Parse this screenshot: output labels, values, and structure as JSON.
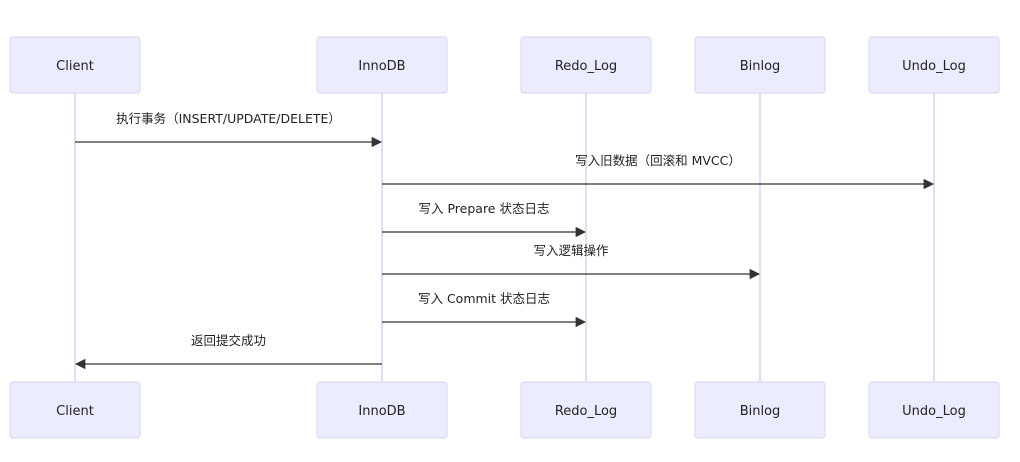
{
  "participants": [
    {
      "id": "client",
      "label": "Client"
    },
    {
      "id": "innodb",
      "label": "InnoDB"
    },
    {
      "id": "redo",
      "label": "Redo_Log"
    },
    {
      "id": "binlog",
      "label": "Binlog"
    },
    {
      "id": "undo",
      "label": "Undo_Log"
    }
  ],
  "messages": [
    {
      "from": "client",
      "to": "innodb",
      "label": "执行事务（INSERT/UPDATE/DELETE）"
    },
    {
      "from": "innodb",
      "to": "undo",
      "label": "写入旧数据（回滚和 MVCC）"
    },
    {
      "from": "innodb",
      "to": "redo",
      "label": "写入 Prepare 状态日志"
    },
    {
      "from": "innodb",
      "to": "binlog",
      "label": "写入逻辑操作"
    },
    {
      "from": "innodb",
      "to": "redo",
      "label": "写入 Commit 状态日志"
    },
    {
      "from": "innodb",
      "to": "client",
      "label": "返回提交成功"
    }
  ]
}
